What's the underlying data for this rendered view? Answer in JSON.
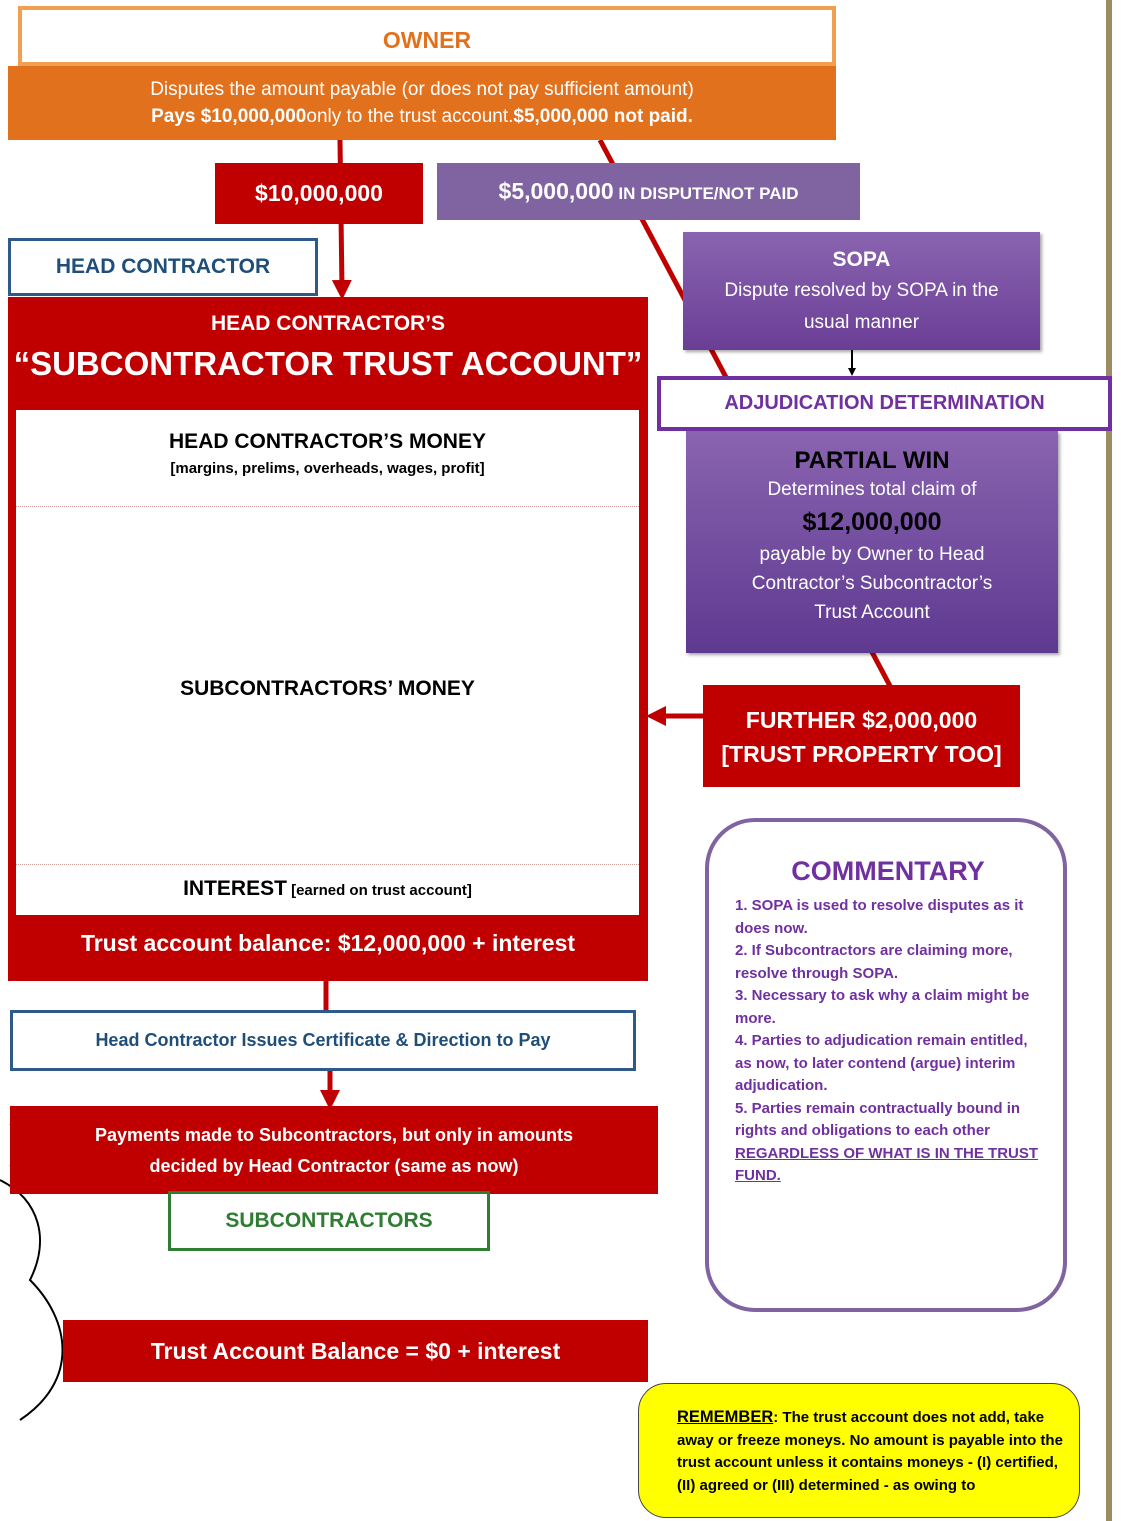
{
  "owner": {
    "title": "OWNER",
    "line1": "Disputes the amount payable (or does not pay sufficient amount)",
    "line2_bold": "Pays $10,000,000",
    "line2_mid": "only to the trust account.",
    "line2_bold2": "$5,000,000 not paid."
  },
  "amounts": {
    "paid": "$10,000,000",
    "dispute_big": "$5,000,000",
    "dispute_small": " IN DISPUTE/NOT PAID"
  },
  "head_contractor_label": "HEAD CONTRACTOR",
  "trust": {
    "title1": "HEAD CONTRACTOR’S",
    "title2": "“SUBCONTRACTOR TRUST ACCOUNT”",
    "hc_money": "HEAD CONTRACTOR’S MONEY",
    "hc_money_sub": "[margins, prelims, overheads, wages, profit]",
    "sub_money": "SUBCONTRACTORS’ MONEY",
    "interest": "INTEREST",
    "interest_sub": " [earned on trust account]",
    "balance": "Trust account balance: $12,000,000 + interest"
  },
  "certificate": "Head Contractor Issues Certificate & Direction to Pay",
  "payments": {
    "line1": "Payments made to Subcontractors, but only in amounts",
    "line2": "decided by Head Contractor (same as now)"
  },
  "subcontractors_label": "SUBCONTRACTORS",
  "final_balance": "Trust Account Balance = $0 + interest",
  "sopa": {
    "title": "SOPA",
    "line1": "Dispute resolved by SOPA in the",
    "line2": "usual manner"
  },
  "adjudication_label": "ADJUDICATION DETERMINATION",
  "partial_win": {
    "title": "PARTIAL WIN",
    "line1": "Determines total claim of",
    "amount": "$12,000,000",
    "line2": "payable by Owner to Head",
    "line3": "Contractor’s Subcontractor’s",
    "line4": "Trust Account"
  },
  "further": {
    "line1": "FURTHER $2,000,000",
    "line2": "[TRUST PROPERTY TOO]"
  },
  "commentary": {
    "title": "COMMENTARY",
    "items": [
      "1.  SOPA is used to resolve disputes as it does now.",
      "2.  If Subcontractors are claiming more, resolve through SOPA.",
      "3.  Necessary to ask why a claim might be more.",
      "4.  Parties to adjudication remain entitled, as now, to later contend (argue) interim adjudication.",
      "5.  Parties remain contractually bound in rights and obligations to each other "
    ],
    "item5_underlined": "REGARDLESS OF WHAT IS IN THE TRUST FUND."
  },
  "remember": {
    "label": "REMEMBER",
    "text": ":  The trust account does not add, take away or freeze moneys.  No amount is payable into the trust account unless it contains moneys - (I) certified, (II) agreed or (III) determined - as owing to"
  },
  "colors": {
    "red": "#c00000",
    "orange": "#e2711d",
    "purple": "#8064a2",
    "dark_purple": "#7030a0",
    "blue": "#1f4e79",
    "green": "#2e7d32",
    "yellow": "#ffff00"
  }
}
